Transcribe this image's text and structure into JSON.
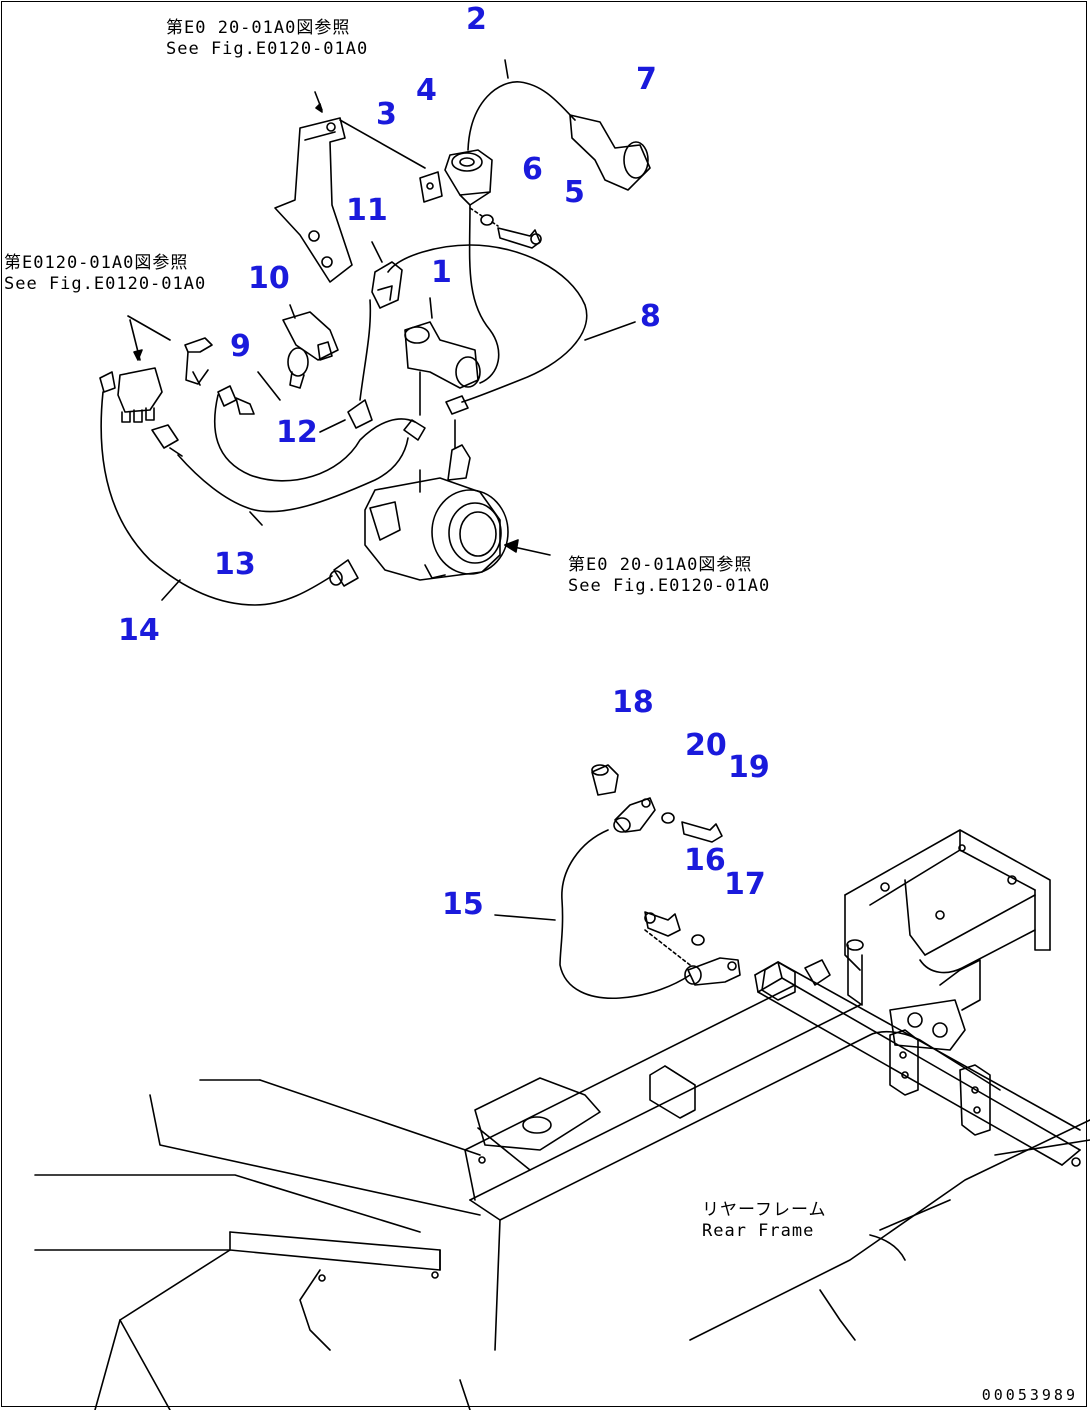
{
  "figure": {
    "notes": {
      "bracket_ref_jp": "第E0 20-01A0図参照",
      "bracket_ref_en": "See Fig.E0120-01A0",
      "switch_ref_jp": "第E0120-01A0図参照",
      "switch_ref_en": "See Fig.E0120-01A0",
      "lamp_ref_jp": "第E0 20-01A0図参照",
      "lamp_ref_en": "See Fig.E0120-01A0",
      "rear_frame_jp": "リヤーフレーム",
      "rear_frame_en": "Rear Frame"
    },
    "part_callouts": [
      "1",
      "2",
      "3",
      "4",
      "5",
      "6",
      "7",
      "8",
      "9",
      "10",
      "11",
      "12",
      "13",
      "14",
      "15",
      "16",
      "17",
      "18",
      "19",
      "20"
    ],
    "drawing_id": "00053989",
    "colors": {
      "callout": "#1a1adc",
      "line": "#000000",
      "background": "#ffffff"
    }
  }
}
